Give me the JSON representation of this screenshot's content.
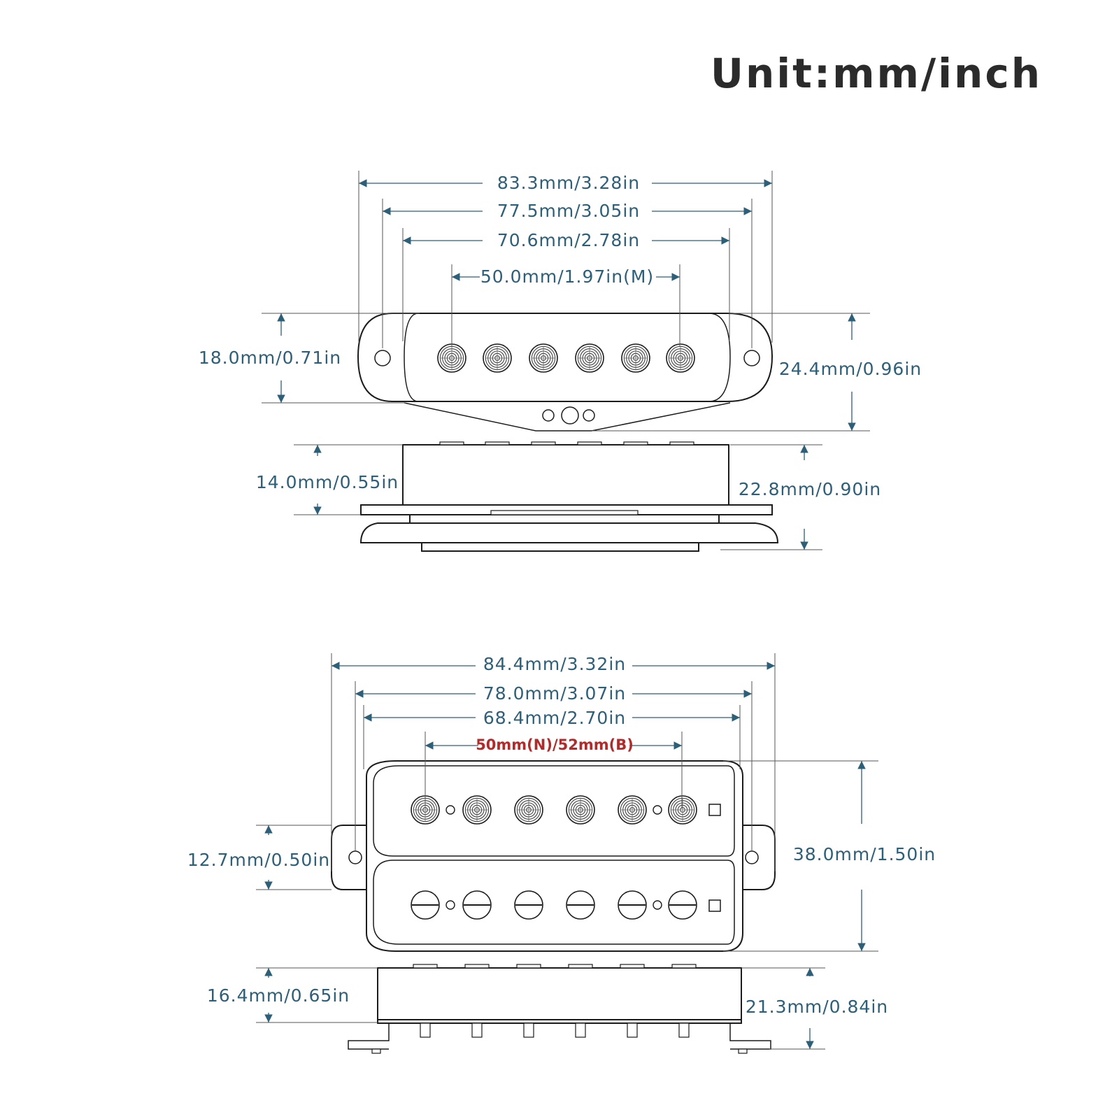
{
  "title": "Unit:mm/inch",
  "colors": {
    "dimension": "#2e5f78",
    "outline": "#1c1c1c",
    "highlight": "#b32a2a",
    "title": "#2b2b2b"
  },
  "single_coil": {
    "width_overall": "83.3mm/3.28in",
    "mount_spacing": "77.5mm/3.05in",
    "cover_width": "70.6mm/2.78in",
    "pole_spacing": "50.0mm/1.97in(M)",
    "cover_height": "18.0mm/0.71in",
    "total_depth": "24.4mm/0.96in",
    "side_height": "14.0mm/0.55in",
    "side_total": "22.8mm/0.90in"
  },
  "humbucker": {
    "width_overall": "84.4mm/3.32in",
    "mount_spacing": "78.0mm/3.07in",
    "cover_width": "68.4mm/2.70in",
    "pole_spacing": "50mm(N)/52mm(B)",
    "ear_height": "12.7mm/0.50in",
    "total_depth": "38.0mm/1.50in",
    "side_height": "16.4mm/0.65in",
    "side_total": "21.3mm/0.84in"
  }
}
